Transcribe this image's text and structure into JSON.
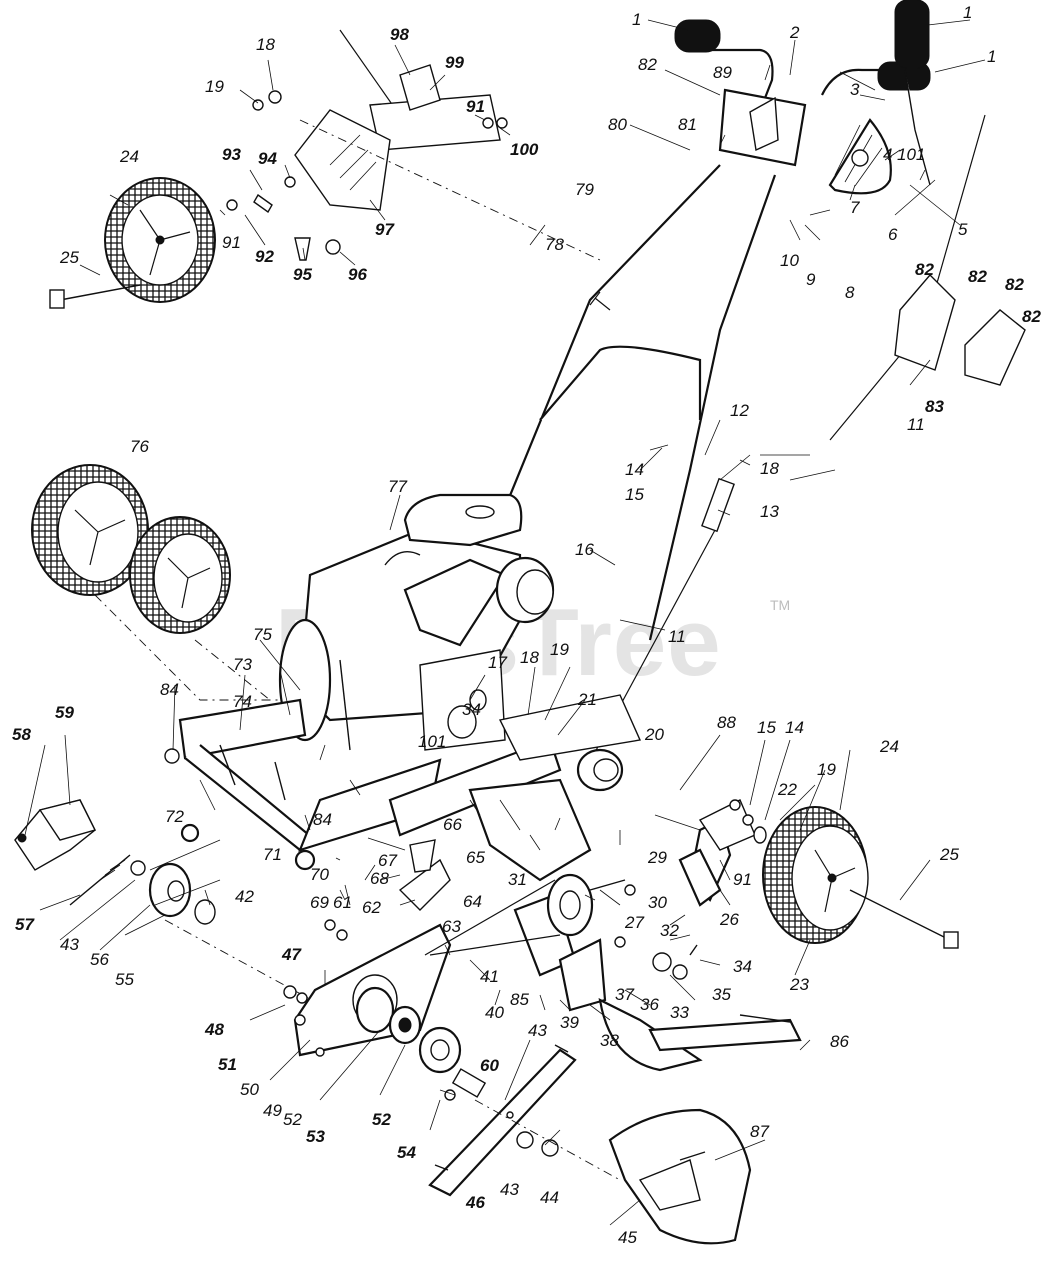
{
  "watermark": {
    "text": "PartsTree",
    "trademark": "TM"
  },
  "callouts": [
    "1",
    "1",
    "1",
    "2",
    "3",
    "4",
    "101",
    "5",
    "6",
    "7",
    "8",
    "9",
    "10",
    "11",
    "11",
    "12",
    "13",
    "14",
    "14",
    "15",
    "15",
    "16",
    "17",
    "18",
    "18",
    "18",
    "19",
    "19",
    "19",
    "20",
    "21",
    "22",
    "23",
    "24",
    "24",
    "25",
    "25",
    "26",
    "27",
    "29",
    "30",
    "31",
    "32",
    "33",
    "34",
    "34",
    "35",
    "36",
    "37",
    "38",
    "39",
    "40",
    "41",
    "42",
    "43",
    "43",
    "43",
    "44",
    "45",
    "46",
    "47",
    "48",
    "49",
    "50",
    "51",
    "52",
    "52",
    "53",
    "54",
    "55",
    "56",
    "57",
    "58",
    "59",
    "60",
    "61",
    "62",
    "63",
    "64",
    "65",
    "66",
    "67",
    "68",
    "69",
    "70",
    "71",
    "72",
    "73",
    "74",
    "75",
    "76",
    "77",
    "78",
    "79",
    "80",
    "81",
    "82",
    "82",
    "82",
    "82",
    "82",
    "83",
    "84",
    "84",
    "85",
    "86",
    "87",
    "88",
    "89",
    "91",
    "91",
    "91",
    "92",
    "93",
    "94",
    "95",
    "96",
    "97",
    "98",
    "99",
    "100",
    "101",
    "101"
  ],
  "colors": {
    "ink": "#111111",
    "paper": "#ffffff",
    "watermark": "#cfcfcf"
  }
}
